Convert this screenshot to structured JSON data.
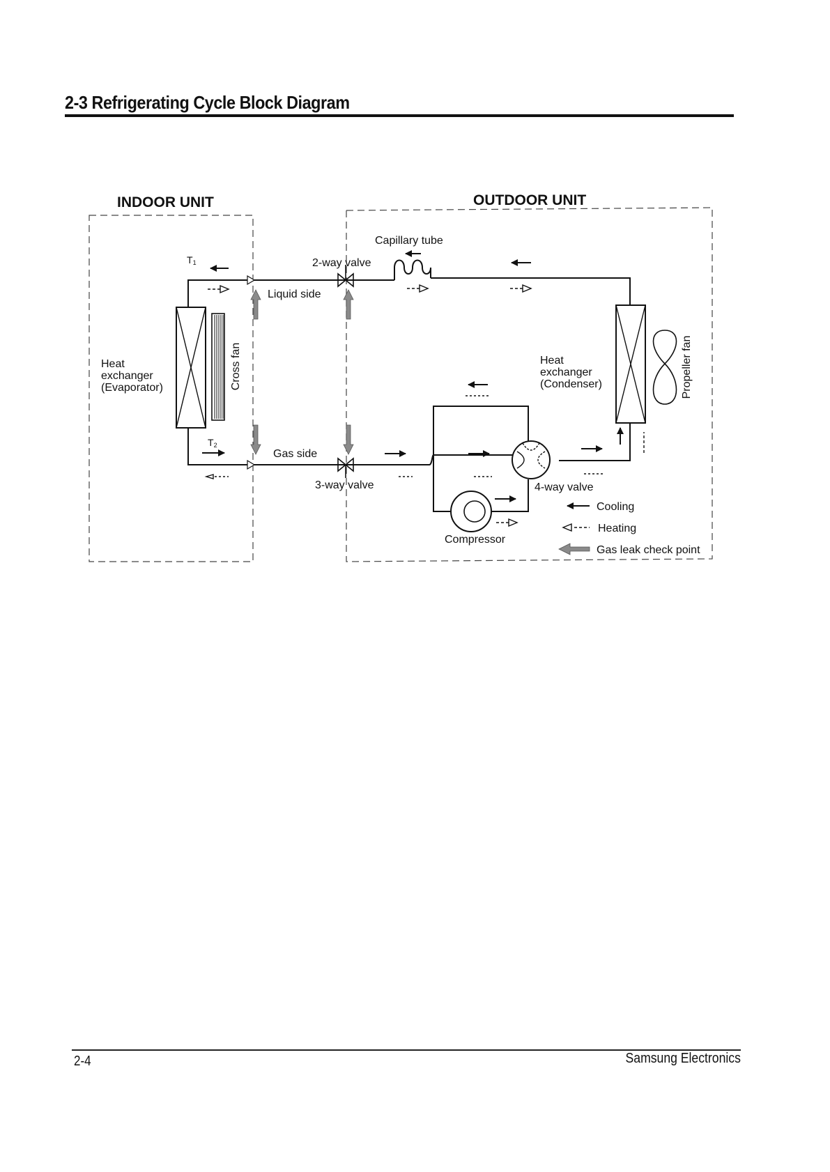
{
  "header": {
    "title": "2-3 Refrigerating Cycle Block Diagram"
  },
  "footer": {
    "page_number": "2-4",
    "brand": "Samsung Electronics"
  },
  "diagram": {
    "indoor_unit": "INDOOR UNIT",
    "outdoor_unit": "OUTDOOR UNIT",
    "capillary_tube": "Capillary tube",
    "two_way_valve": "2-way valve",
    "liquid_side": "Liquid side",
    "gas_side": "Gas side",
    "three_way_valve": "3-way valve",
    "four_way_valve": "4-way valve",
    "compressor": "Compressor",
    "t1": "T",
    "t1_sub": "1",
    "t2": "T",
    "t2_sub": "2",
    "evaporator": {
      "line1": "Heat",
      "line2": "exchanger",
      "line3": "(Evaporator)"
    },
    "condenser": {
      "line1": "Heat",
      "line2": "exchanger",
      "line3": "(Condenser)"
    },
    "cross_fan": "Cross fan",
    "propeller_fan": "Propeller fan",
    "legend": {
      "cooling": "Cooling",
      "heating": "Heating",
      "gas_leak": "Gas leak check point"
    }
  }
}
